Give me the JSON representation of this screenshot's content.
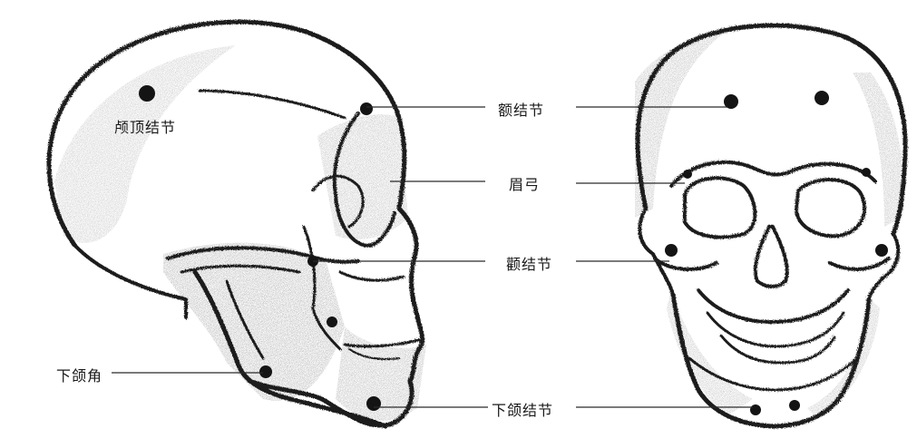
{
  "labels": {
    "parietal": "颅顶结节",
    "frontal": "额结节",
    "brow": "眉弓",
    "zygomatic": "颧结节",
    "jaw_angle": "下颌角",
    "mental": "下颌结节"
  },
  "colors": {
    "ink": "#1c1c1c",
    "shade": "#8a8a8a",
    "paper": "#ffffff"
  }
}
